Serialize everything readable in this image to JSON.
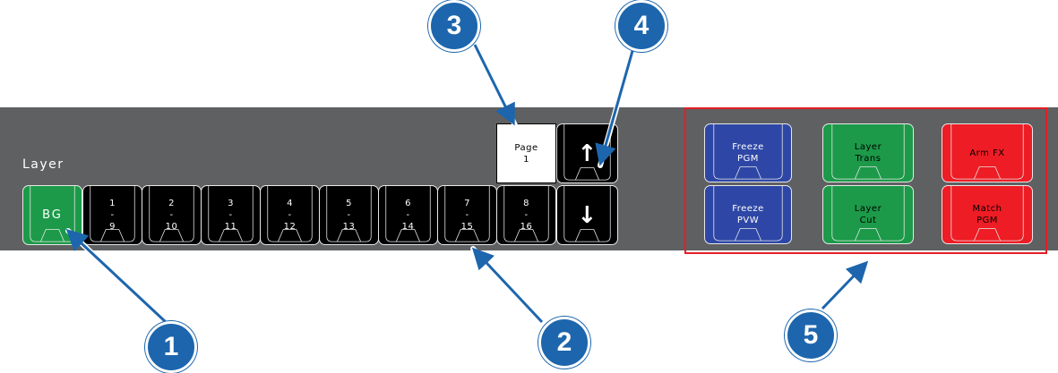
{
  "panel": {
    "layer_label": "Layer"
  },
  "bg_key": {
    "label": "BG"
  },
  "bus_keys": [
    {
      "top": "1",
      "sep": "-",
      "bottom": "9"
    },
    {
      "top": "2",
      "sep": "-",
      "bottom": "10"
    },
    {
      "top": "3",
      "sep": "-",
      "bottom": "11"
    },
    {
      "top": "4",
      "sep": "-",
      "bottom": "12"
    },
    {
      "top": "5",
      "sep": "-",
      "bottom": "13"
    },
    {
      "top": "6",
      "sep": "-",
      "bottom": "14"
    },
    {
      "top": "7",
      "sep": "-",
      "bottom": "15"
    },
    {
      "top": "8",
      "sep": "-",
      "bottom": "16"
    }
  ],
  "page_key": {
    "line1": "Page",
    "line2": "1"
  },
  "page_up_glyph": "↑",
  "page_down_glyph": "↓",
  "fx_keys": {
    "freeze_pgm": {
      "line1": "Freeze",
      "line2": "PGM"
    },
    "freeze_pvw": {
      "line1": "Freeze",
      "line2": "PVW"
    },
    "layer_trans": {
      "line1": "Layer",
      "line2": "Trans"
    },
    "layer_cut": {
      "line1": "Layer",
      "line2": "Cut"
    },
    "arm_fx": {
      "line1": "Arm FX"
    },
    "match_pgm": {
      "line1": "Match",
      "line2": "PGM"
    }
  },
  "callouts": [
    "1",
    "2",
    "3",
    "4",
    "5"
  ],
  "colors": {
    "panel": "#5f6062",
    "callout": "#1d66ad",
    "green": "#1c9a49",
    "blue": "#2e47a6",
    "red": "#ee1c24",
    "highlight_box": "#e41e26"
  }
}
